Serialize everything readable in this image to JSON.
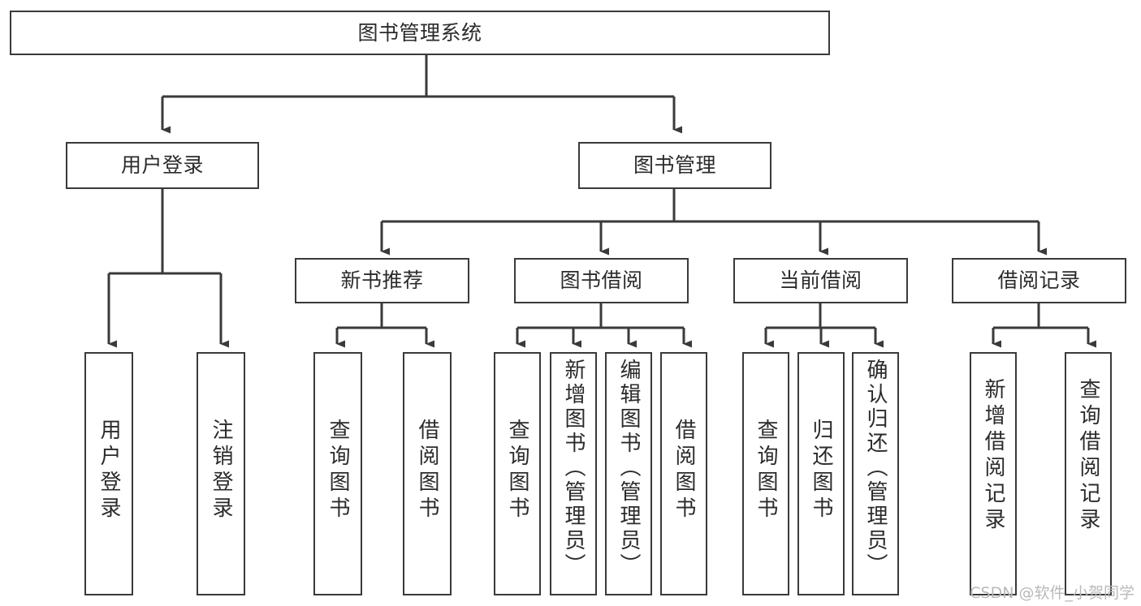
{
  "diagram": {
    "type": "tree-hierarchy",
    "title": "图书管理系统",
    "watermark": "CSDN @软件_小贺同学",
    "colors": {
      "stroke": "#3a3a3a",
      "fill": "#ffffff",
      "text": "#2b2b2b",
      "watermark": "#b9b9b9"
    },
    "nodes": {
      "root": {
        "label": "图书管理系统"
      },
      "level1": [
        {
          "id": "user-login",
          "label": "用户登录"
        },
        {
          "id": "book-manage",
          "label": "图书管理"
        }
      ],
      "level2": [
        {
          "id": "new-book-recommend",
          "label": "新书推荐"
        },
        {
          "id": "book-borrow",
          "label": "图书借阅"
        },
        {
          "id": "current-borrow",
          "label": "当前借阅"
        },
        {
          "id": "borrow-record",
          "label": "借阅记录"
        }
      ],
      "leaves": {
        "user-login": [
          {
            "id": "leaf-user-login",
            "label": "用户登录"
          },
          {
            "id": "leaf-logout",
            "label": "注销登录"
          }
        ],
        "new-book-recommend": [
          {
            "id": "leaf-query-book-1",
            "label": "查询图书"
          },
          {
            "id": "leaf-borrow-book-1",
            "label": "借阅图书"
          }
        ],
        "book-borrow": [
          {
            "id": "leaf-query-book-2",
            "label": "查询图书"
          },
          {
            "id": "leaf-add-book",
            "label": "新增图书（管理员）"
          },
          {
            "id": "leaf-edit-book",
            "label": "编辑图书（管理员）"
          },
          {
            "id": "leaf-borrow-book-2",
            "label": "借阅图书"
          }
        ],
        "current-borrow": [
          {
            "id": "leaf-query-book-3",
            "label": "查询图书"
          },
          {
            "id": "leaf-return-book",
            "label": "归还图书"
          },
          {
            "id": "leaf-confirm-return",
            "label": "确认归还（管理员）"
          }
        ],
        "borrow-record": [
          {
            "id": "leaf-add-record",
            "label": "新增借阅记录"
          },
          {
            "id": "leaf-query-record",
            "label": "查询借阅记录"
          }
        ]
      }
    }
  }
}
